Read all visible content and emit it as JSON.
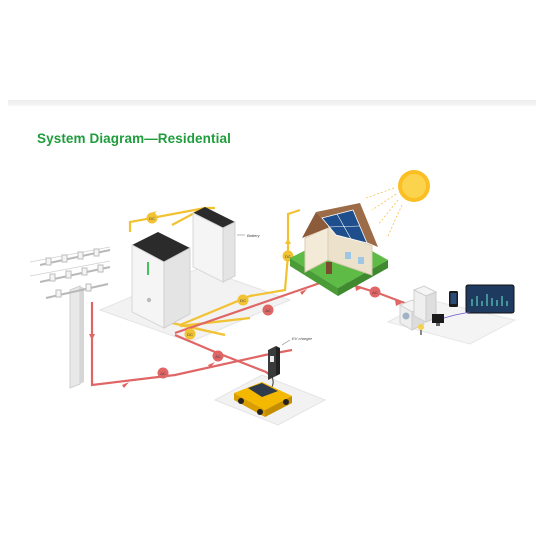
{
  "header": {
    "title": "System Diagram—Residential"
  },
  "diagram": {
    "line_labels": {
      "dc": "DC",
      "ac": "AC"
    },
    "component_labels": {
      "battery": "Battery",
      "ev_charger": "EV charger"
    },
    "colors": {
      "title": "#1f9d3c",
      "dc_line": "#f1c232",
      "ac_line": "#e06666",
      "grass": "#5dbb46",
      "sun": "#fbbf24",
      "car": "#f5b800",
      "display_screen": "#1e3a5f"
    },
    "icons": [
      "sun-icon",
      "house-icon",
      "solar-panel-icon",
      "battery-icon",
      "inverter-icon",
      "power-pole-icon",
      "ev-charger-icon",
      "car-icon",
      "fridge-icon",
      "washer-icon",
      "monitor-icon",
      "phone-icon",
      "lamp-icon"
    ]
  }
}
